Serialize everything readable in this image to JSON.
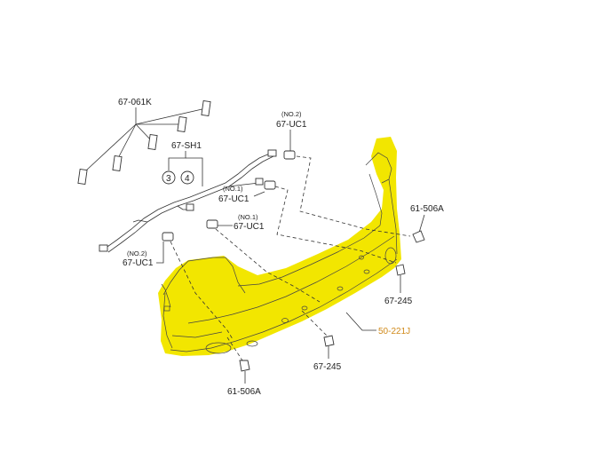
{
  "labels": {
    "kit": "67-061K",
    "sh1": "67-SH1",
    "sh1_opt_a": "3",
    "sh1_opt_b": "4",
    "uc1_top_note": "(NO.2)",
    "uc1_top": "67-UC1",
    "uc1_mid_note": "(NO.1)",
    "uc1_mid": "67-UC1",
    "uc1_center_note": "(NO.1)",
    "uc1_center": "67-UC1",
    "uc1_left_note": "(NO.2)",
    "uc1_left": "67-UC1",
    "fastener_right_top": "61-506A",
    "screw_right": "67-245",
    "bumper": "50-221J",
    "screw_bottom": "67-245",
    "fastener_bottom": "61-506A"
  },
  "colors": {
    "highlight": "#f2e600",
    "bumper_label": "#d08a1a",
    "line": "#333333"
  }
}
